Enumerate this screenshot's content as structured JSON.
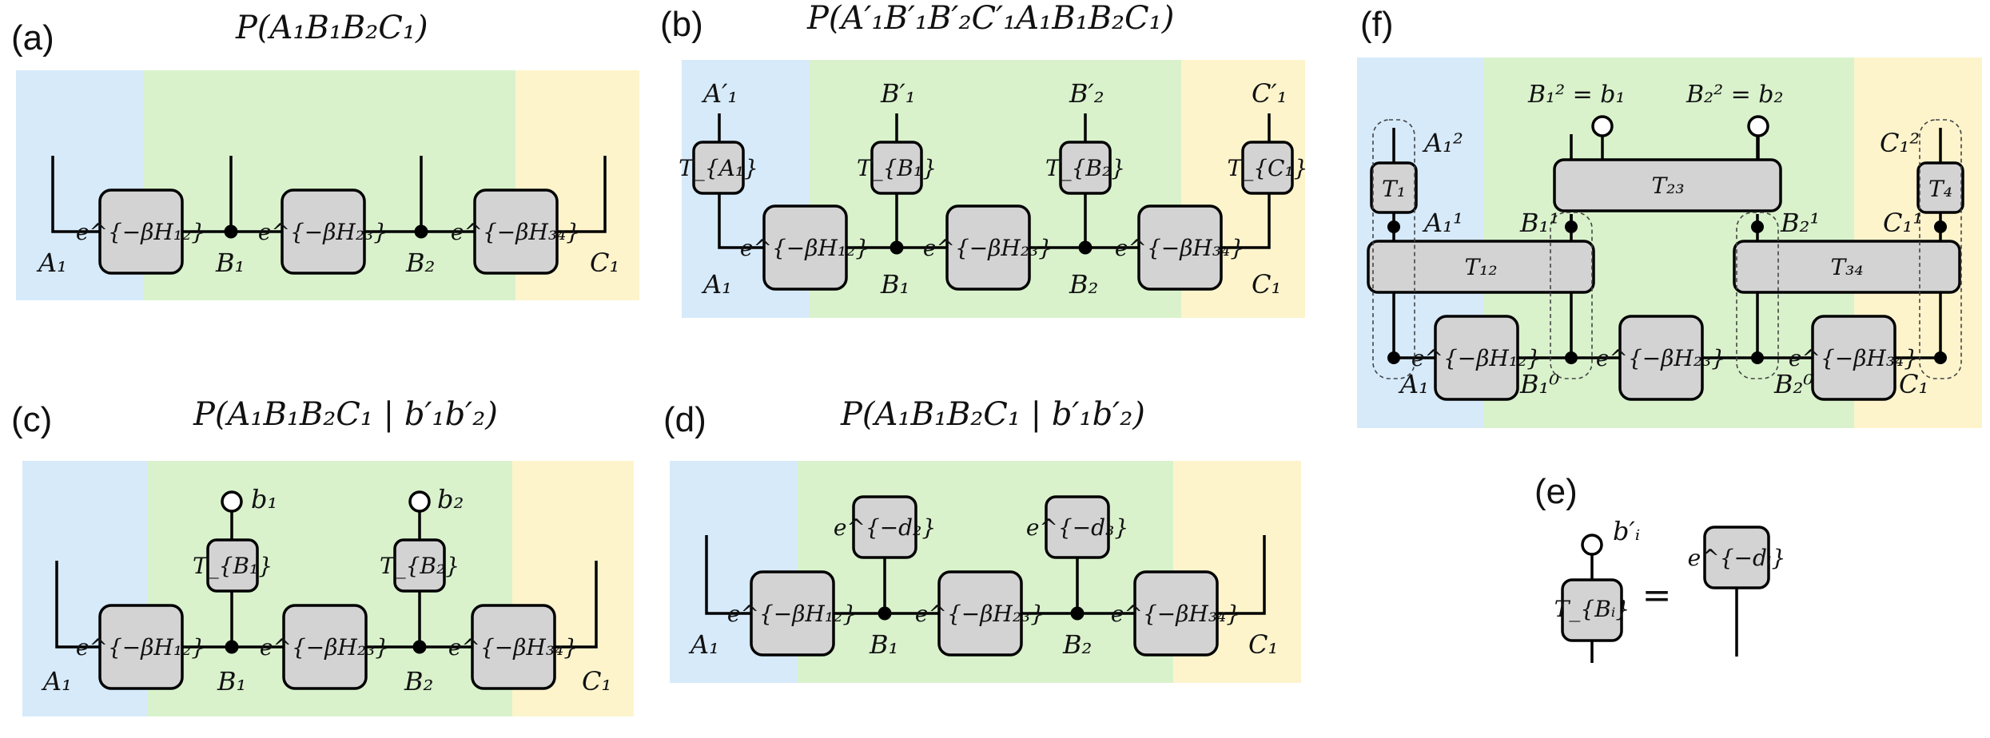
{
  "colors": {
    "region_a": "#d6eafa",
    "region_b": "#d9f2cc",
    "region_c": "#fdf4cc",
    "box_fill": "#d3d3d3"
  },
  "panels": {
    "a": {
      "letter": "(a)",
      "title": "P(A₁B₁B₂C₁)",
      "boxes": [
        "e^{−βH₁₂}",
        "e^{−βH₂₃}",
        "e^{−βH₃₄}"
      ],
      "labels": [
        "A₁",
        "B₁",
        "B₂",
        "C₁"
      ]
    },
    "b": {
      "letter": "(b)",
      "title": "P(A′₁B′₁B′₂C′₁A₁B₁B₂C₁)",
      "top_labels": [
        "A′₁",
        "B′₁",
        "B′₂",
        "C′₁"
      ],
      "t_boxes": [
        "T_{A₁}",
        "T_{B₁}",
        "T_{B₂}",
        "T_{C₁}"
      ],
      "boxes": [
        "e^{−βH₁₂}",
        "e^{−βH₂₃}",
        "e^{−βH₃₄}"
      ],
      "labels": [
        "A₁",
        "B₁",
        "B₂",
        "C₁"
      ]
    },
    "c": {
      "letter": "(c)",
      "title": "P(A₁B₁B₂C₁ | b′₁b′₂)",
      "circle_labels": [
        "b₁",
        "b₂"
      ],
      "t_boxes": [
        "T_{B₁}",
        "T_{B₂}"
      ],
      "boxes": [
        "e^{−βH₁₂}",
        "e^{−βH₂₃}",
        "e^{−βH₃₄}"
      ],
      "labels": [
        "A₁",
        "B₁",
        "B₂",
        "C₁"
      ]
    },
    "d": {
      "letter": "(d)",
      "title": "P(A₁B₁B₂C₁ | b′₁b′₂)",
      "d_boxes": [
        "e^{−d₂}",
        "e^{−d₃}"
      ],
      "boxes": [
        "e^{−βH₁₂}",
        "e^{−βH₂₃}",
        "e^{−βH₃₄}"
      ],
      "labels": [
        "A₁",
        "B₁",
        "B₂",
        "C₁"
      ]
    },
    "e": {
      "letter": "(e)",
      "circle_label": "b′ᵢ",
      "t_box": "T_{Bᵢ}",
      "equals": "=",
      "d_box": "e^{−dᵢ}"
    },
    "f": {
      "letter": "(f)",
      "top_labels": [
        "B₁² = b₁",
        "B₂² = b₂"
      ],
      "t_boxes": [
        "T₁",
        "T₂₃",
        "T₄",
        "T₁₂",
        "T₃₄"
      ],
      "mid_labels": [
        "A₁²",
        "C₁²",
        "A₁¹",
        "B₁¹",
        "B₂¹",
        "C₁¹"
      ],
      "boxes": [
        "e^{−βH₁₂}",
        "e^{−βH₂₃}",
        "e^{−βH₃₄}"
      ],
      "labels": [
        "A₁",
        "B₁⁰",
        "B₂⁰",
        "C₁"
      ]
    }
  }
}
